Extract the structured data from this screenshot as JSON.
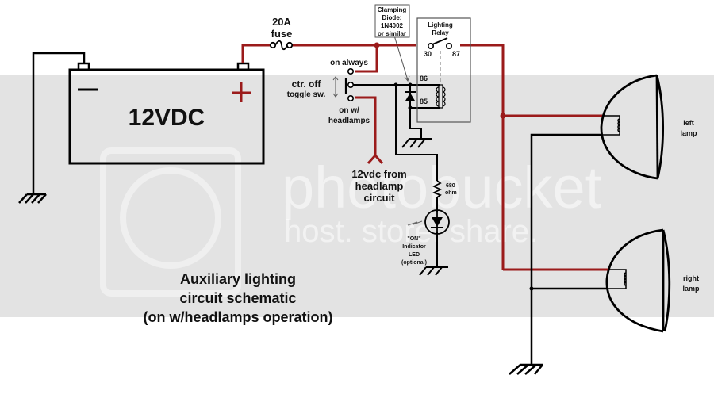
{
  "title": {
    "line1": "Auxiliary lighting",
    "line2": "circuit schematic",
    "line3": "(on w/headlamps operation)"
  },
  "battery": {
    "label": "12VDC",
    "negative_symbol": "—",
    "positive_symbol": "+"
  },
  "fuse": {
    "line1": "20A",
    "line2": "fuse"
  },
  "toggle_switch": {
    "label_line1": "ctr. off",
    "label_line2": "toggle sw.",
    "position_top": "on always",
    "position_bottom_line1": "on w/",
    "position_bottom_line2": "headlamps"
  },
  "headlamp_feed": {
    "line1": "12vdc from",
    "line2": "headlamp",
    "line3": "circuit"
  },
  "diode": {
    "line1": "Clamping",
    "line2": "Diode:",
    "line3": "1N4002",
    "line4": "or similar"
  },
  "relay": {
    "line1": "Lighting",
    "line2": "Relay",
    "pin_30": "30",
    "pin_87": "87",
    "pin_86": "86",
    "pin_85": "85"
  },
  "resistor": {
    "value": "680",
    "unit": "ohm"
  },
  "led": {
    "line1": "\"ON\"",
    "line2": "Indicator",
    "line3": "LED",
    "line4": "(optional)"
  },
  "lamps": {
    "left_line1": "left",
    "left_line2": "lamp",
    "right_line1": "right",
    "right_line2": "lamp"
  },
  "watermark": {
    "brand": "photobucket",
    "tagline": "host. store. share."
  },
  "colors": {
    "power_wire": "#9b1b1b",
    "ground_wire": "#000000",
    "band": "#e3e3e3",
    "background": "#ffffff"
  }
}
